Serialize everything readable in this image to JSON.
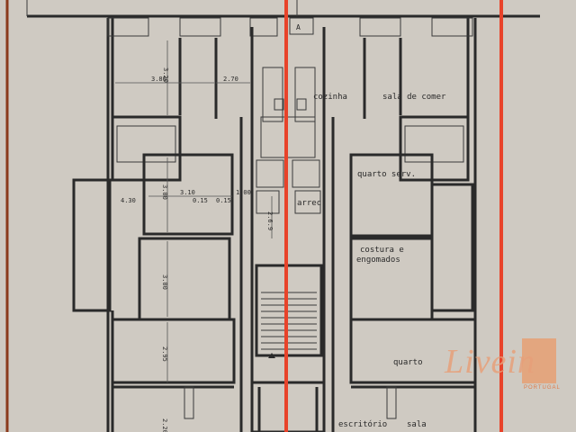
{
  "rooms": {
    "cozinha": "cozinha",
    "sala_de_comer": "sala de comer",
    "quarto_serv": "quarto serv.",
    "costura": "costura e",
    "engomados": "engomados",
    "quarto": "quarto",
    "escritorio": "escritório",
    "sala": "sala",
    "arrec": "arrec."
  },
  "marker_a": "A",
  "dimensions": {
    "d1": "3.80",
    "d2": "3.20",
    "d3": "2.70",
    "d4": "3.00",
    "d5": "3.10",
    "d6": "1.00",
    "d7": "3.00",
    "d8": "2.95",
    "d9": "0.15",
    "d10": "2.20",
    "d11": "4.30",
    "d12": "0.15",
    "d13": "2.6.9"
  },
  "watermark": {
    "text": "Livein",
    "sub": "PORTUGAL"
  },
  "colors": {
    "paper": "#cfcac2",
    "ink": "#2a2a2a",
    "redline": "#e8432a",
    "watermark": "#e7a07a"
  }
}
